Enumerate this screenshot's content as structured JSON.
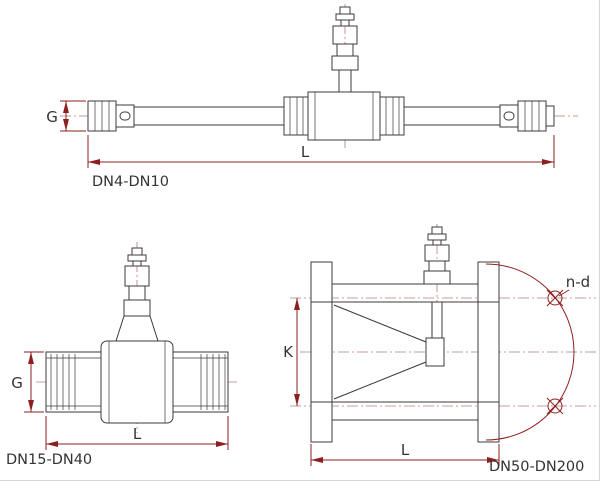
{
  "colors": {
    "outline": "#3d3a3a",
    "dimension": "#8e1f1f",
    "centerline": "#b97b7b",
    "text": "#333333",
    "background": "#ffffff"
  },
  "views": {
    "small": {
      "caption": "DN4-DN10",
      "dim_g": "G",
      "dim_l": "L"
    },
    "medium": {
      "caption": "DN15-DN40",
      "dim_g": "G",
      "dim_l": "L"
    },
    "large": {
      "caption": "DN50-DN200",
      "dim_k": "K",
      "dim_l": "L",
      "dim_nd": "n-d"
    }
  }
}
